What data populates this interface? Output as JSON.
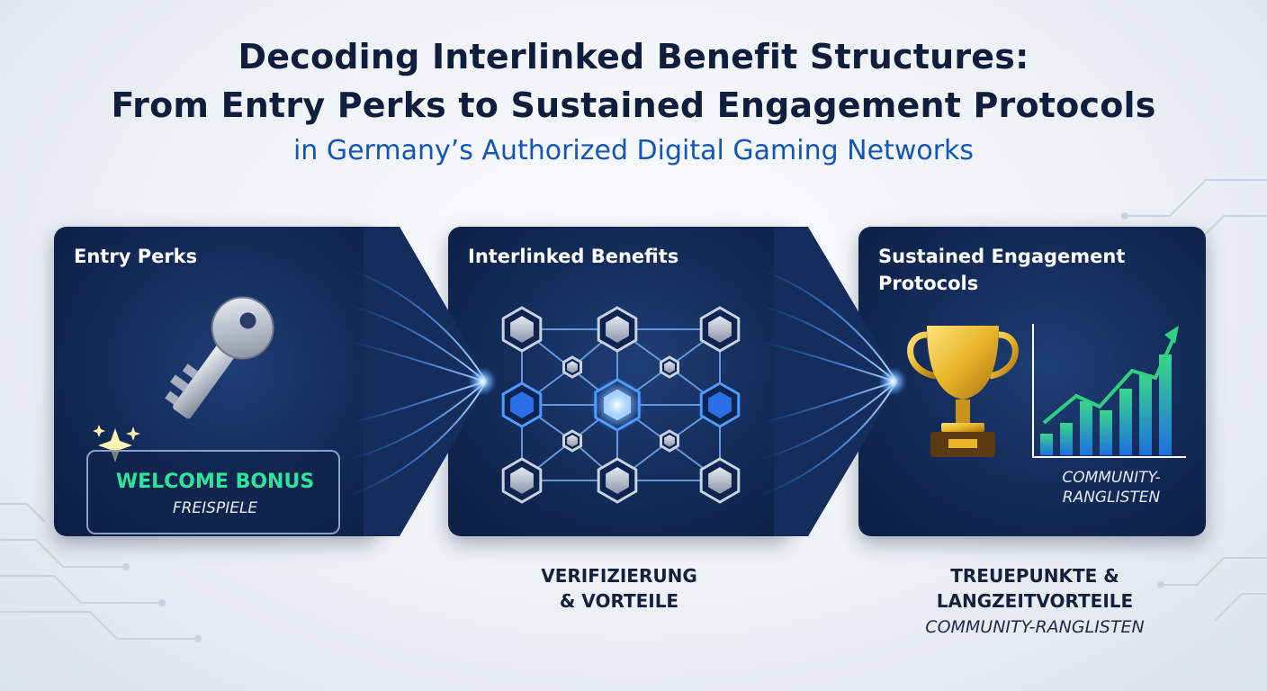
{
  "header": {
    "title_line1": "Decoding Interlinked Benefit Structures:",
    "title_line2": "From Entry Perks to Sustained Engagement Protocols",
    "subtitle": "in Germany’s Authorized Digital Gaming Networks"
  },
  "stages": [
    {
      "title": "Entry Perks",
      "icon": "key-icon",
      "badge_title": "WELCOME BONUS",
      "badge_subtitle": "FREISPIELE"
    },
    {
      "title": "Interlinked Benefits",
      "icon": "hexagon-network-icon",
      "caption_line1": "VERIFIZIERUNG",
      "caption_line2": "& VORTEILE"
    },
    {
      "title_line1": "Sustained Engagement",
      "title_line2": "Protocols",
      "icon": "trophy-icon",
      "chart_icon": "growth-bar-chart-icon",
      "inner_label_line1": "COMMUNITY-",
      "inner_label_line2": "RANGLISTEN",
      "caption_line1": "TREUEPUNKTE &",
      "caption_line2": "LANGZEITVORTEILE",
      "caption_sub": "COMMUNITY-RANGLISTEN"
    }
  ],
  "colors": {
    "panel": "#142d5c",
    "accent_blue": "#1456b8",
    "bonus_green": "#2ee49a",
    "title_dark": "#0f1e3d",
    "trophy_gold": "#e8b52a"
  }
}
